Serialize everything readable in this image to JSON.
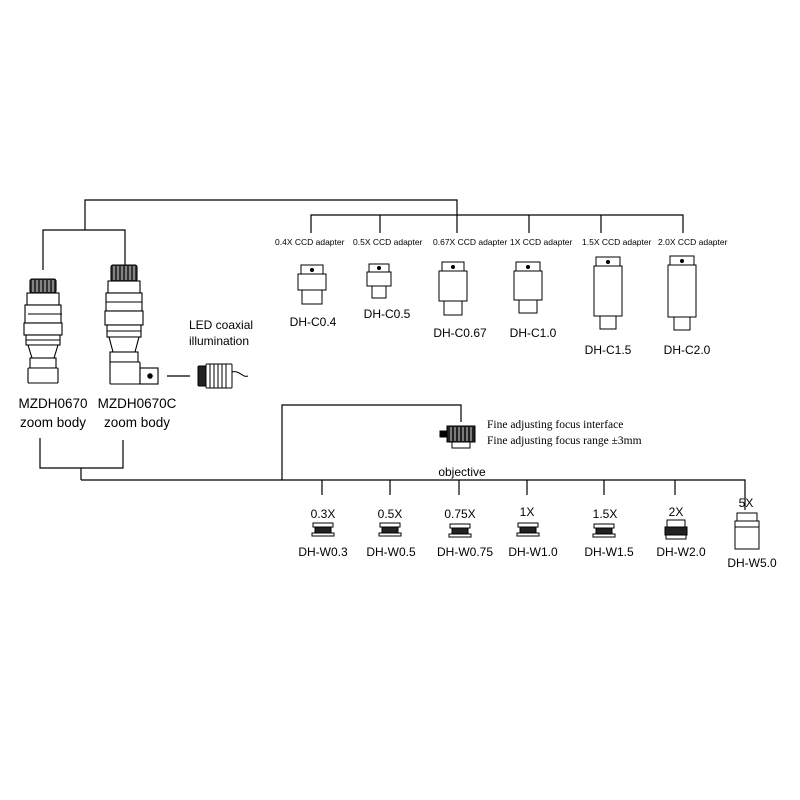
{
  "bodies": {
    "left": {
      "model": "MZDH0670",
      "caption": "zoom body"
    },
    "right": {
      "model": "MZDH0670C",
      "caption": "zoom body"
    }
  },
  "led": {
    "line1": "LED coaxial",
    "line2": "illumination"
  },
  "ccd_adapters": [
    {
      "title": "0.4X CCD adapter",
      "code": "DH-C0.4"
    },
    {
      "title": "0.5X CCD adapter",
      "code": "DH-C0.5"
    },
    {
      "title": "0.67X CCD adapter",
      "code": "DH-C0.67"
    },
    {
      "title": "1X CCD adapter",
      "code": "DH-C1.0"
    },
    {
      "title": "1.5X CCD adapter",
      "code": "DH-C1.5"
    },
    {
      "title": "2.0X CCD adapter",
      "code": "DH-C2.0"
    }
  ],
  "focus": {
    "line1": "Fine adjusting focus interface",
    "line2": "Fine adjusting focus range ±3mm"
  },
  "objective": {
    "label": "objective"
  },
  "objectives": [
    {
      "mag": "0.3X",
      "code": "DH-W0.3"
    },
    {
      "mag": "0.5X",
      "code": "DH-W0.5"
    },
    {
      "mag": "0.75X",
      "code": "DH-W0.75"
    },
    {
      "mag": "1X",
      "code": "DH-W1.0"
    },
    {
      "mag": "1.5X",
      "code": "DH-W1.5"
    },
    {
      "mag": "2X",
      "code": "DH-W2.0"
    },
    {
      "mag": "5X",
      "code": "DH-W5.0"
    }
  ]
}
